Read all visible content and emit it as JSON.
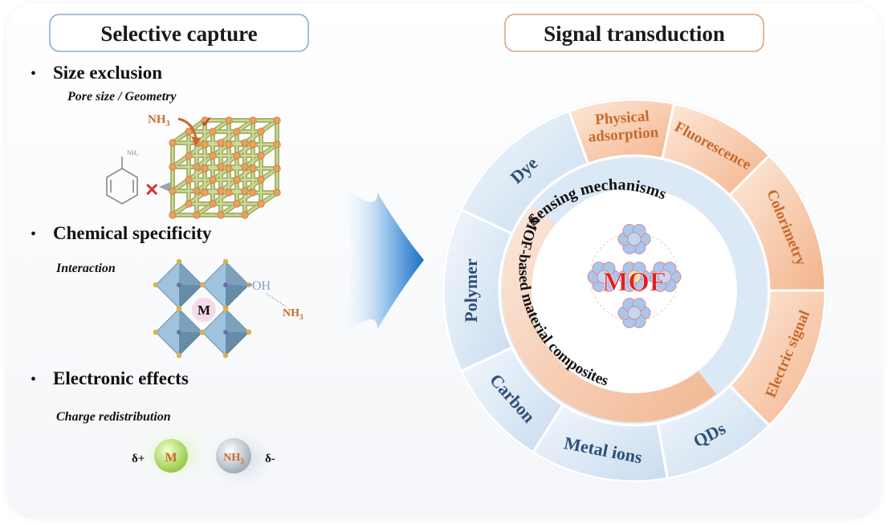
{
  "left": {
    "header": "Selective capture",
    "items": [
      {
        "bullet": "•",
        "title": "Size exclusion",
        "subtitle": "Pore size / Geometry"
      },
      {
        "bullet": "•",
        "title": "Chemical specificity",
        "subtitle": "Interaction"
      },
      {
        "bullet": "•",
        "title": "Electronic effects",
        "subtitle": "Charge redistribution"
      }
    ],
    "size_fig": {
      "molecule": "NH",
      "molecule_sub": "3",
      "check": "✓",
      "cross": "✕",
      "aniline_label": "NH₂"
    },
    "chem_fig": {
      "metal": "M",
      "oh": "OH",
      "nh": "NH",
      "nh_sub": "3"
    },
    "elec_fig": {
      "delta_plus": "δ+",
      "metal": "M",
      "nh": "NH",
      "nh_sub": "3",
      "delta_minus": "δ-"
    }
  },
  "right": {
    "header": "Signal transduction",
    "center": "MOF",
    "inner_arc_top": "Sensing mechanisms",
    "inner_arc_bottom": "MOF-based material composites",
    "mechanism_segments": [
      {
        "label_lines": [
          "Physical",
          "adsorption"
        ]
      },
      {
        "label_lines": [
          "Fluorescence"
        ]
      },
      {
        "label_lines": [
          "Colorimetry"
        ]
      },
      {
        "label_lines": [
          "Electric signal"
        ]
      }
    ],
    "material_segments": [
      {
        "label": "QDs"
      },
      {
        "label": "Metal ions"
      },
      {
        "label": "Carbon"
      },
      {
        "label": "Polymer"
      },
      {
        "label": "Dye"
      }
    ]
  },
  "colors": {
    "left_header_border": "#8fa9d6",
    "right_header_border": "#e0a37a",
    "mechanism_text": "#c8692b",
    "material_text": "#2f4f78",
    "mof_text": "#e02020",
    "arrow": "#2a7fd0"
  }
}
